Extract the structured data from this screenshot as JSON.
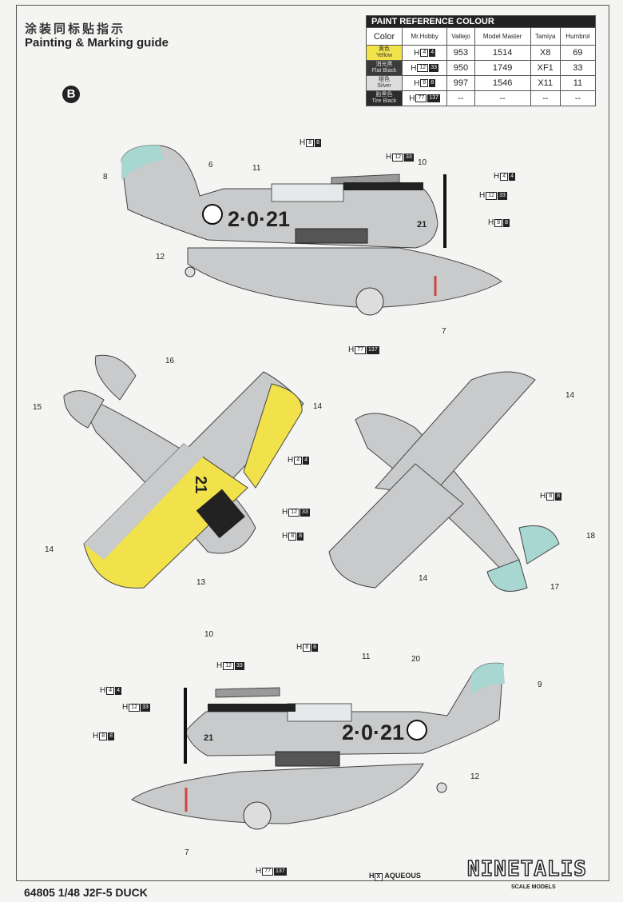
{
  "header": {
    "title_cn": "涂装同标贴指示",
    "title_en": "Painting & Marking guide",
    "scheme_badge": "B"
  },
  "paint_table": {
    "title": "PAINT  REFERENCE COLOUR",
    "columns": [
      "Color",
      "Mr.Hobby",
      "Vallejo",
      "Model Master",
      "Tamiya",
      "Humbrol"
    ],
    "rows": [
      {
        "name_cn": "黄色",
        "name_en": "Yellow",
        "swatch": "#f2e34a",
        "h_a": "4",
        "h_b": "4",
        "vallejo": "953",
        "model_master": "1514",
        "tamiya": "X8",
        "humbrol": "69"
      },
      {
        "name_cn": "消光黑",
        "name_en": "Flat Black",
        "swatch": "#3b3b3b",
        "h_a": "12",
        "h_b": "33",
        "vallejo": "950",
        "model_master": "1749",
        "tamiya": "XF1",
        "humbrol": "33"
      },
      {
        "name_cn": "银色",
        "name_en": "Silver",
        "swatch": "#dddddd",
        "h_a": "8",
        "h_b": "8",
        "vallejo": "997",
        "model_master": "1546",
        "tamiya": "X11",
        "humbrol": "11"
      },
      {
        "name_cn": "胎黑色",
        "name_en": "Tire Black",
        "swatch": "#2c2c2c",
        "h_a": "77",
        "h_b": "137",
        "vallejo": "--",
        "model_master": "--",
        "tamiya": "--",
        "humbrol": "--"
      }
    ]
  },
  "aircraft": {
    "registration": "2·0·21",
    "wing_code": "21",
    "cowl_code": "21"
  },
  "callouts": [
    {
      "t": "n",
      "v": "8"
    },
    {
      "t": "n",
      "v": "6"
    },
    {
      "t": "n",
      "v": "11"
    },
    {
      "t": "h",
      "a": "8",
      "b": "8"
    },
    {
      "t": "h",
      "a": "12",
      "b": "33"
    },
    {
      "t": "n",
      "v": "10"
    },
    {
      "t": "h",
      "a": "4",
      "b": "4"
    },
    {
      "t": "h",
      "a": "12",
      "b": "33"
    },
    {
      "t": "h",
      "a": "8",
      "b": "8"
    },
    {
      "t": "n",
      "v": "12"
    },
    {
      "t": "n",
      "v": "7"
    },
    {
      "t": "h",
      "a": "77",
      "b": "137"
    },
    {
      "t": "n",
      "v": "16"
    },
    {
      "t": "n",
      "v": "15"
    },
    {
      "t": "n",
      "v": "14"
    },
    {
      "t": "h",
      "a": "4",
      "b": "4"
    },
    {
      "t": "h",
      "a": "12",
      "b": "33"
    },
    {
      "t": "h",
      "a": "8",
      "b": "8"
    },
    {
      "t": "n",
      "v": "14"
    },
    {
      "t": "n",
      "v": "13"
    },
    {
      "t": "n",
      "v": "14"
    },
    {
      "t": "h",
      "a": "8",
      "b": "8"
    },
    {
      "t": "n",
      "v": "18"
    },
    {
      "t": "n",
      "v": "14"
    },
    {
      "t": "n",
      "v": "17"
    },
    {
      "t": "n",
      "v": "10"
    },
    {
      "t": "h",
      "a": "8",
      "b": "8"
    },
    {
      "t": "n",
      "v": "11"
    },
    {
      "t": "h",
      "a": "12",
      "b": "33"
    },
    {
      "t": "n",
      "v": "20"
    },
    {
      "t": "n",
      "v": "9"
    },
    {
      "t": "h",
      "a": "4",
      "b": "4"
    },
    {
      "t": "h",
      "a": "12",
      "b": "33"
    },
    {
      "t": "h",
      "a": "8",
      "b": "8"
    },
    {
      "t": "n",
      "v": "12"
    },
    {
      "t": "n",
      "v": "7"
    },
    {
      "t": "h",
      "a": "77",
      "b": "137"
    }
  ],
  "footer": {
    "product": "64805  1/48 J2F-5 DUCK",
    "aqueous_code": "X",
    "aqueous_label": "AQUEOUS",
    "watermark": "NINETALIS",
    "watermark_sub": "SCALE MODELS"
  }
}
